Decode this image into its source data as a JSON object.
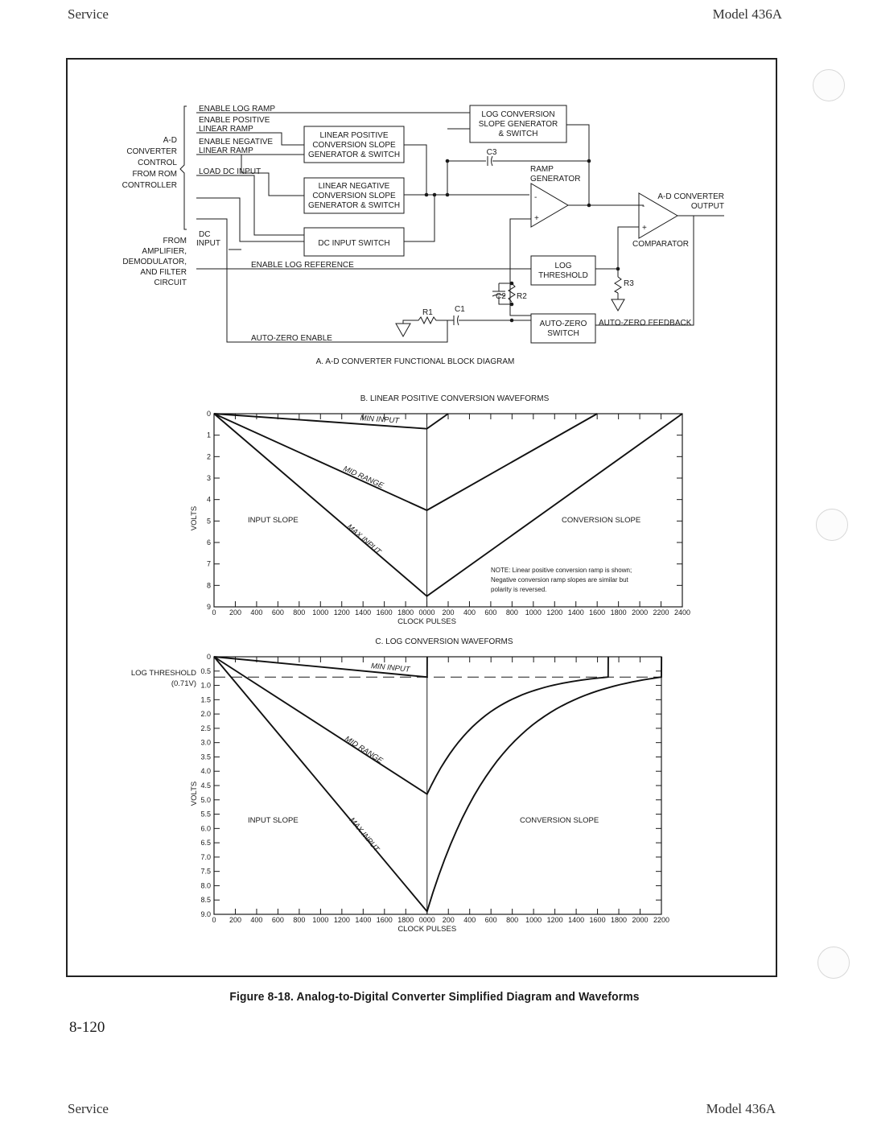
{
  "header": {
    "left": "Service",
    "right": "Model 436A"
  },
  "footer": {
    "left": "Service",
    "right": "Model 436A"
  },
  "page_number": "8-120",
  "figure_caption": "Figure 8-18. Analog-to-Digital Converter Simplified Diagram and Waveforms",
  "block_diagram": {
    "title": "A. A-D CONVERTER FUNCTIONAL BLOCK DIAGRAM",
    "control_group_lines": [
      "A-D",
      "CONVERTER",
      "CONTROL",
      "FROM ROM",
      "CONTROLLER"
    ],
    "source_group_lines": [
      "FROM",
      "AMPLIFIER,",
      "DEMODULATOR,",
      "AND FILTER",
      "CIRCUIT"
    ],
    "control_lines": {
      "enable_log_ramp": "ENABLE LOG RAMP",
      "enable_positive_1": "ENABLE POSITIVE",
      "enable_positive_2": "LINEAR RAMP",
      "enable_negative_1": "ENABLE NEGATIVE",
      "enable_negative_2": "LINEAR RAMP",
      "load_dc_input": "LOAD DC INPUT",
      "dc_input_1": "DC",
      "dc_input_2": "INPUT",
      "enable_log_reference": "ENABLE LOG REFERENCE",
      "auto_zero_enable": "AUTO-ZERO ENABLE"
    },
    "blocks": {
      "log_gen": [
        "LOG CONVERSION",
        "SLOPE GENERATOR",
        "& SWITCH"
      ],
      "lin_pos": [
        "LINEAR POSITIVE",
        "CONVERSION SLOPE",
        "GENERATOR & SWITCH"
      ],
      "lin_neg": [
        "LINEAR NEGATIVE",
        "CONVERSION SLOPE",
        "GENERATOR & SWITCH"
      ],
      "dc_switch": [
        "DC INPUT SWITCH"
      ],
      "log_threshold": [
        "LOG",
        "THRESHOLD"
      ],
      "auto_zero": [
        "AUTO-ZERO",
        "SWITCH"
      ]
    },
    "component_labels": {
      "c3": "C3",
      "c2": "C2",
      "r2": "R2",
      "r1": "R1",
      "c1": "C1",
      "r3": "R3",
      "ramp_generator_1": "RAMP",
      "ramp_generator_2": "GENERATOR",
      "comparator": "COMPARATOR",
      "output_1": "A-D CONVERTER",
      "output_2": "OUTPUT",
      "auto_zero_feedback": "AUTO-ZERO FEEDBACK",
      "minus": "-",
      "plus": "+"
    }
  },
  "chart_data": [
    {
      "type": "line",
      "title": "B. LINEAR POSITIVE CONVERSION WAVEFORMS",
      "xlabel": "CLOCK PULSES",
      "ylabel": "VOLTS",
      "x_ticks": [
        "0",
        "200",
        "400",
        "600",
        "800",
        "1000",
        "1200",
        "1400",
        "1600",
        "1800",
        "0000",
        "200",
        "400",
        "600",
        "800",
        "1000",
        "1200",
        "1400",
        "1600",
        "1800",
        "2000",
        "2200",
        "2400"
      ],
      "y_ticks": [
        "0",
        "1",
        "2",
        "3",
        "4",
        "5",
        "6",
        "7",
        "8",
        "9"
      ],
      "ylim": [
        0,
        9
      ],
      "y_inverted": true,
      "grid": false,
      "series": [
        {
          "name": "MIN INPUT",
          "x": [
            0,
            2000,
            2200
          ],
          "y": [
            0,
            0.7,
            0
          ]
        },
        {
          "name": "MID RANGE",
          "x": [
            0,
            2000,
            3600
          ],
          "y": [
            0,
            4.5,
            0
          ]
        },
        {
          "name": "MAX INPUT",
          "x": [
            0,
            2000,
            4400
          ],
          "y": [
            0,
            8.5,
            0
          ]
        }
      ],
      "annotations": {
        "input_slope": "INPUT SLOPE",
        "conversion_slope": "CONVERSION SLOPE",
        "note_1": "NOTE: Linear positive conversion ramp is shown;",
        "note_2": "Negative conversion ramp slopes are similar but",
        "note_3": "polarity is reversed."
      }
    },
    {
      "type": "line",
      "title": "C. LOG CONVERSION WAVEFORMS",
      "xlabel": "CLOCK PULSES",
      "ylabel": "VOLTS",
      "x_ticks": [
        "0",
        "200",
        "400",
        "600",
        "800",
        "1000",
        "1200",
        "1400",
        "1600",
        "1800",
        "0000",
        "200",
        "400",
        "600",
        "800",
        "1000",
        "1200",
        "1400",
        "1600",
        "1800",
        "2000",
        "2200"
      ],
      "y_ticks": [
        "0",
        "0.5",
        "1.0",
        "1.5",
        "2.0",
        "2.5",
        "3.0",
        "3.5",
        "4.0",
        "4.5",
        "5.0",
        "5.5",
        "6.0",
        "6.5",
        "7.0",
        "7.5",
        "8.0",
        "8.5",
        "9.0"
      ],
      "ylim": [
        0,
        9
      ],
      "y_inverted": true,
      "grid": false,
      "threshold": {
        "label_1": "LOG THRESHOLD",
        "label_2": "(0.71V)",
        "value": 0.71
      },
      "series": [
        {
          "name": "MIN INPUT",
          "x": [
            0,
            2000,
            2001
          ],
          "y": [
            0,
            0.71,
            0
          ]
        },
        {
          "name": "MID RANGE",
          "shape": "log-recovery",
          "x": [
            0,
            2000,
            3700,
            3701
          ],
          "y": [
            0,
            4.8,
            0.71,
            0
          ]
        },
        {
          "name": "MAX INPUT",
          "shape": "log-recovery",
          "x": [
            0,
            2000,
            4200,
            4201
          ],
          "y": [
            0,
            8.9,
            0.71,
            0
          ]
        }
      ],
      "annotations": {
        "input_slope": "INPUT SLOPE",
        "conversion_slope": "CONVERSION SLOPE"
      }
    }
  ]
}
